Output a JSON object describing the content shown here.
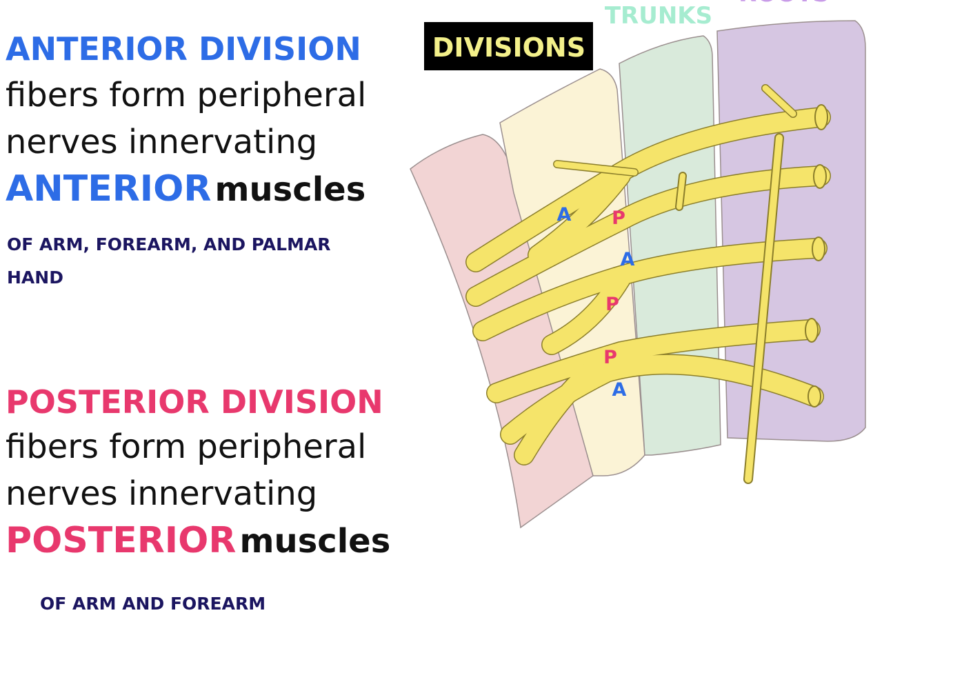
{
  "anterior": {
    "heading": "ANTERIOR DIVISION",
    "line1": "fibers form peripheral",
    "line2": "nerves innervating",
    "emph": "ANTERIOR",
    "muscles": "muscles",
    "sub1": "OF ARM, FOREARM, AND PALMAR",
    "sub2": "HAND"
  },
  "posterior": {
    "heading": "POSTERIOR DIVISION",
    "line1": "fibers form peripheral",
    "line2": "nerves innervating",
    "emph": "POSTERIOR",
    "muscles": "muscles",
    "sub1": "OF ARM AND FOREARM"
  },
  "diagram": {
    "divisions_label": "DIVISIONS",
    "trunks_label": "TRUNKS",
    "roots_label": "ROOTS",
    "division_marks": [
      "A",
      "P",
      "A",
      "P",
      "P",
      "A"
    ],
    "colors": {
      "anterior": "#2d6ce6",
      "posterior": "#e8386d",
      "nerve": "#f5e46a",
      "nerve_outline": "#8a7d2a",
      "cords_band": "#f2d4d4",
      "divisions_band": "#fbf3d6",
      "trunks_band": "#d9eadb",
      "roots_band": "#d6c6e2",
      "trunks_text": "#a6ecd0",
      "roots_text": "#c89be8"
    }
  }
}
